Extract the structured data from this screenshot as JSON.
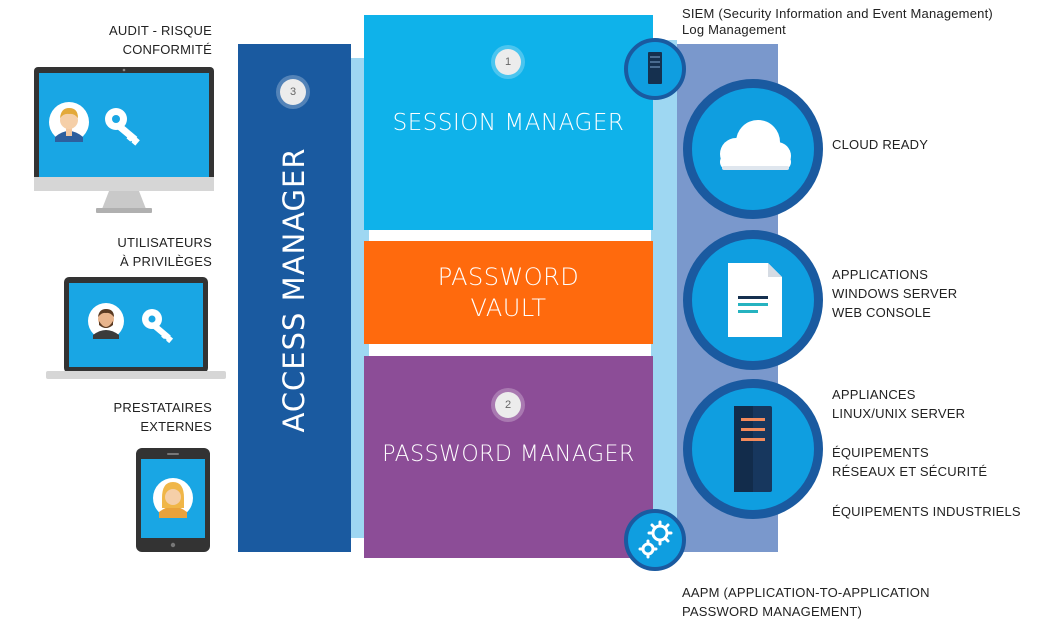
{
  "left_labels": {
    "audit": [
      "AUDIT - RISQUE",
      "CONFORMITÉ"
    ],
    "privileged": [
      "UTILISATEURS",
      "À PRIVILÈGES"
    ],
    "external": [
      "PRESTATAIRES",
      "EXTERNES"
    ]
  },
  "access_manager": {
    "title": "ACCESS MANAGER",
    "number": "3"
  },
  "session_manager": {
    "title": "SESSION MANAGER",
    "number": "1"
  },
  "password_vault": {
    "line1": "PASSWORD",
    "line2": "VAULT"
  },
  "password_manager": {
    "title": "PASSWORD MANAGER",
    "number": "2"
  },
  "siem": {
    "line1": "SIEM (Security Information and Event Management)",
    "line2": "Log Management"
  },
  "aapm": {
    "line1": "AAPM (APPLICATION-TO-APPLICATION",
    "line2": "PASSWORD MANAGEMENT)"
  },
  "right_labels": {
    "cloud": "CLOUD READY",
    "applications": [
      "APPLICATIONS",
      "WINDOWS SERVER",
      "WEB CONSOLE"
    ],
    "appliances": [
      "APPLIANCES",
      "LINUX/UNIX SERVER"
    ],
    "network": [
      "ÉQUIPEMENTS",
      "RÉSEAUX ET SÉCURITÉ"
    ],
    "industrial": "ÉQUIPEMENTS INDUSTRIELS"
  },
  "colors": {
    "access_blue": "#1a5aa0",
    "session_cyan": "#0fb2ea",
    "vault_orange": "#ff6a0d",
    "pwmgr_purple": "#8c4d97",
    "right_band": "#7a98cc",
    "circle_blue": "#0f9ee0"
  }
}
